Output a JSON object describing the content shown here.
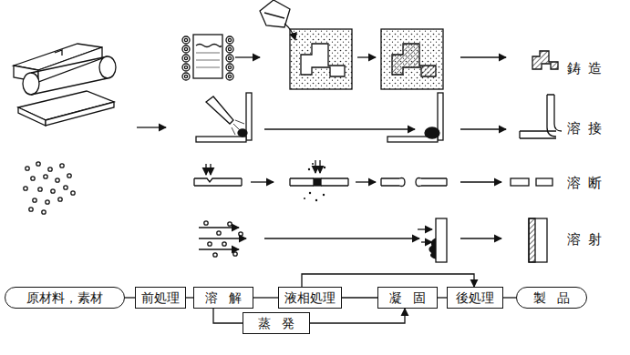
{
  "diagram": {
    "nodes": [
      {
        "text": [
          "原材料，素材"
        ]
      },
      {
        "text": [
          "前処理"
        ]
      },
      {
        "text": [
          "溶解"
        ]
      },
      {
        "text": [
          "液相処理"
        ]
      },
      {
        "text": [
          "凝固"
        ]
      },
      {
        "text": [
          "後処理"
        ]
      },
      {
        "text": [
          "製品"
        ]
      },
      {
        "text": [
          "蒸発"
        ]
      }
    ],
    "edges": [
      {
        "from": 0,
        "to": 1,
        "arrow": "none"
      },
      {
        "from": 1,
        "to": 2,
        "arrow": "none"
      },
      {
        "from": 2,
        "to": 3,
        "arrow": "none"
      },
      {
        "from": 3,
        "to": 4,
        "arrow": "none"
      },
      {
        "from": 4,
        "to": 5,
        "arrow": "none"
      },
      {
        "from": 5,
        "to": 6,
        "arrow": "none"
      },
      {
        "from": 3,
        "to": 5,
        "arrow": "to"
      },
      {
        "from": 2,
        "to": 7,
        "arrow": "none"
      },
      {
        "from": 7,
        "to": 4,
        "arrow": "to"
      }
    ],
    "labels": [
      "鋳造",
      "溶接",
      "溶断",
      "溶射"
    ]
  }
}
